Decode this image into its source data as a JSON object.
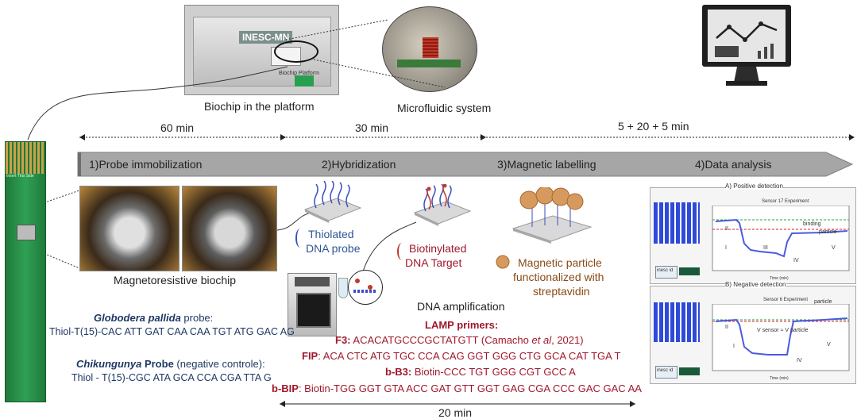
{
  "platform": {
    "device_label": "INESC-MN",
    "device_sublabel": "Biochip Platform",
    "caption": "Biochip in the platform"
  },
  "microfluidic": {
    "caption": "Microfluidic system"
  },
  "chip": {
    "insert_text": "Insert This Side"
  },
  "durations": {
    "d1": "60 min",
    "d2": "30 min",
    "d3": "5 + 20 + 5 min",
    "d4": "20 min"
  },
  "steps": [
    "1)Probe immobilization",
    "2)Hybridization",
    "3)Magnetic labelling",
    "4)Data analysis"
  ],
  "biochip": {
    "caption": "Magnetoresistive biochip"
  },
  "labels": {
    "thiolated": [
      "Thiolated",
      "DNA probe"
    ],
    "biotinylated": [
      "Biotinylated",
      "DNA Target"
    ],
    "magnetic": [
      "Magnetic particle",
      "functionalized with",
      "streptavidin"
    ],
    "amplification": "DNA amplification"
  },
  "probes": {
    "g_title_italic": "Globodera pallida",
    "g_title_rest": " probe:",
    "g_seq": "Thiol-T(15)-CAC ATT GAT CAA CAA TGT ATG GAC AG",
    "c_title_italic": "Chikungunya",
    "c_title_bold": " Probe",
    "c_title_rest": " (negative controle):",
    "c_seq": "Thiol  - T(15)-CGC ATA GCA CCA CGA TTA G"
  },
  "lamp": {
    "title": "LAMP primers:",
    "f3_label": "F3:",
    "f3_seq": " ACACATGCCCGCTATGTT (Camacho ",
    "f3_etal": "et al",
    "f3_end": ", 2021)",
    "fip_label": "FIP",
    "fip_seq": ": ACA CTC ATG TGC CCA CAG GGT GGG CTG GCA CAT TGA T",
    "bb3_label": "b-B3:",
    "bb3_seq": " Biotin-CCC TGT GGG CGT GCC A",
    "bbip_label": "b-BIP",
    "bbip_seq": ": Biotin-TGG GGT GTA ACC GAT GTT GGT GAG CGA CCC GAC GAC AA"
  },
  "analysis": {
    "pos_title": "A) Positive detection",
    "neg_title": "B) Negative detection",
    "pos_chart_title": "Sensor 17 Experiment",
    "neg_chart_title": "Sensor 6 Experiment",
    "pos_labels": {
      "vsensor": "V",
      "binding": "binding",
      "vparticle": "particle",
      "I": "I",
      "II": "II",
      "III": "III",
      "IV": "IV",
      "V": "V",
      "delta": "ΔV"
    },
    "neg_labels": {
      "vsensor": "V",
      "vparticle": "particle",
      "I": "I",
      "II": "II",
      "IV": "IV",
      "V": "V",
      "approx": "V  sensor  ≈  V  particle"
    },
    "time_axis": "Time (min)",
    "brand": "inesc id"
  },
  "colors": {
    "arrow_fill": "#a6a6a6",
    "curve": "#4a5be0",
    "red_line": "#e02020",
    "green_line": "#2ea34a",
    "blue_text": "#2f5597",
    "red_text": "#a0182b",
    "brown_text": "#8a4a14"
  }
}
